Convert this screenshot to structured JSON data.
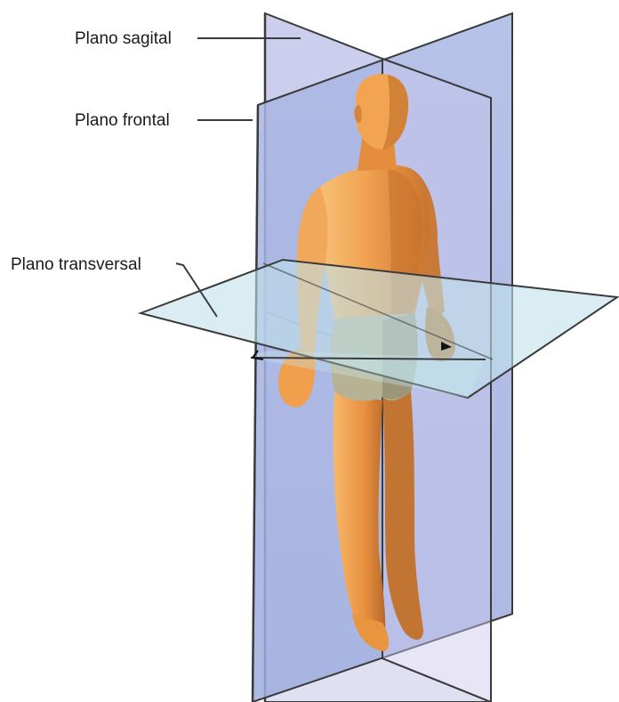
{
  "labels": {
    "sagittal": "Plano sagital",
    "frontal": "Plano frontal",
    "transverse": "Plano transversal"
  },
  "colors": {
    "sagittal_plane": "#b9bde6",
    "frontal_plane": "#a7b5e2",
    "transverse_plane": "#bfe1ea",
    "plane_edge": "#3b3b3b",
    "skin_light": "#f7b56a",
    "skin_mid": "#ee9a4a",
    "skin_dark": "#d07a35",
    "skin_shadow": "#a05a22"
  }
}
